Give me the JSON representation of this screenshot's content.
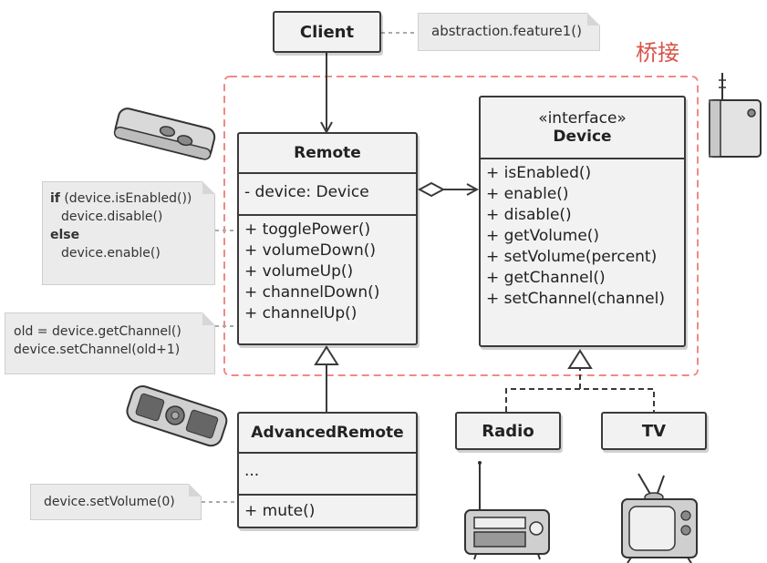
{
  "title": "桥接",
  "client": {
    "label": "Client"
  },
  "client_note": "abstraction.feature1()",
  "remote": {
    "name": "Remote",
    "fields": [
      "- device: Device"
    ],
    "methods": [
      "+ togglePower()",
      "+ volumeDown()",
      "+ volumeUp()",
      "+ channelDown()",
      "+ channelUp()"
    ]
  },
  "device": {
    "stereotype": "«interface»",
    "name": "Device",
    "methods": [
      "+ isEnabled()",
      "+ enable()",
      "+ disable()",
      "+ getVolume()",
      "+ setVolume(percent)",
      "+ getChannel()",
      "+ setChannel(channel)"
    ]
  },
  "advanced_remote": {
    "name": "AdvancedRemote",
    "fields": [
      "..."
    ],
    "methods": [
      "+ mute()"
    ]
  },
  "radio": {
    "label": "Radio"
  },
  "tv": {
    "label": "TV"
  },
  "toggle_note": {
    "line1_kw": "if",
    "line1_rest": " (device.isEnabled())",
    "line2": "device.disable()",
    "line3_kw": "else",
    "line4": "device.enable()"
  },
  "channel_note": {
    "line1": "old = device.getChannel()",
    "line2": "device.setChannel(old+1)"
  },
  "mute_note": "device.setVolume(0)",
  "colors": {
    "accent": "#d8534a",
    "box_fill": "#f2f2f2",
    "border": "#3a3a3a",
    "note_fill": "#ebebeb"
  },
  "icons": [
    "remote-control-icon",
    "router-device-icon",
    "advanced-remote-icon",
    "radio-icon",
    "tv-icon"
  ]
}
